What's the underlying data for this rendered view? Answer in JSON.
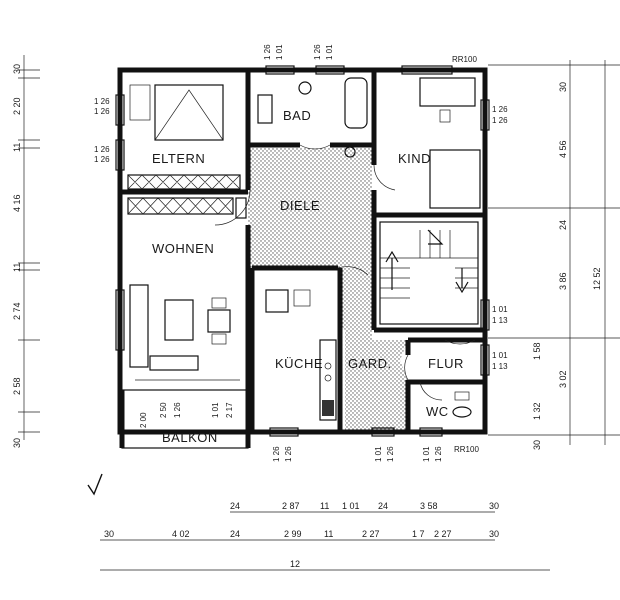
{
  "rooms": {
    "eltern": "ELTERN",
    "bad": "BAD",
    "kind": "KIND",
    "diele": "DIELE",
    "wohnen": "WOHNEN",
    "kueche": "KÜCHE",
    "gard": "GARD.",
    "flur": "FLUR",
    "wc": "WC",
    "balkon": "BALKON"
  },
  "labels": {
    "rr_top": "RR100",
    "rr_bottom": "RR100"
  },
  "left_dims": [
    "30",
    "2 20",
    "11",
    "4 16",
    "11",
    "2 74",
    "2 58",
    "30"
  ],
  "right_dims": [
    "30",
    "4 56",
    "24",
    "3 86",
    "12 52",
    "1 58",
    "3 02",
    "1 32",
    "30"
  ],
  "bottom_row1": [
    "24",
    "2 87",
    "11",
    "1 01",
    "24",
    "3 58",
    "30"
  ],
  "bottom_row2": [
    "30",
    "4 02",
    "24",
    "2 99",
    "11",
    "2 27",
    "1 7",
    "2 27",
    "30"
  ],
  "bottom_total": "12",
  "window_dims": {
    "bad_a": "1 26",
    "bad_b": "1 01",
    "bad2_a": "1 26",
    "bad2_b": "1 01",
    "eltern_a": "1 26",
    "eltern_b": "1 26",
    "eltern2_a": "1 26",
    "eltern2_b": "1 26",
    "kind_a": "1 26",
    "kind_b": "1 26",
    "flur_a": "1 01",
    "flur_b": "1 13",
    "flur2_a": "1 01",
    "flur2_b": "1 13",
    "balkon_a": "2 50",
    "balkon_b": "1 26",
    "balkon_c": "1 01",
    "balkon_d": "2 17",
    "balkon_e": "2 00",
    "kueche_a": "1 26",
    "kueche_b": "1 26",
    "gard_a": "1 01",
    "gard_b": "1 26",
    "wc_a": "1 01",
    "wc_b": "1 26"
  }
}
